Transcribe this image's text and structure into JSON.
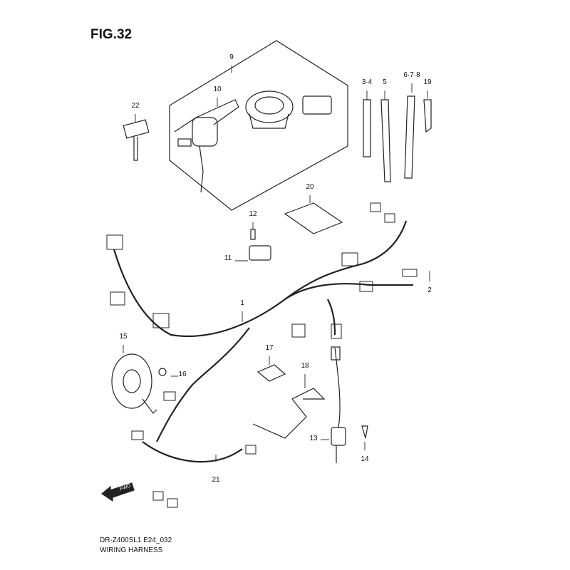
{
  "figure_title": "FIG.32",
  "callouts": [
    {
      "id": "9",
      "text": "9"
    },
    {
      "id": "10",
      "text": "10"
    },
    {
      "id": "22",
      "text": "22"
    },
    {
      "id": "3-4",
      "text": "3·4"
    },
    {
      "id": "5",
      "text": "5"
    },
    {
      "id": "6-7-8",
      "text": "6·7·8"
    },
    {
      "id": "19",
      "text": "19"
    },
    {
      "id": "20",
      "text": "20"
    },
    {
      "id": "12",
      "text": "12"
    },
    {
      "id": "11",
      "text": "11"
    },
    {
      "id": "1",
      "text": "1"
    },
    {
      "id": "2",
      "text": "2"
    },
    {
      "id": "15",
      "text": "15"
    },
    {
      "id": "16",
      "text": "16"
    },
    {
      "id": "17",
      "text": "17"
    },
    {
      "id": "18",
      "text": "18"
    },
    {
      "id": "13",
      "text": "13"
    },
    {
      "id": "14",
      "text": "14"
    },
    {
      "id": "21",
      "text": "21"
    }
  ],
  "fwd_arrow": "FWD",
  "footer": {
    "model_code": "DR-Z400SL1 E24_032",
    "title": "WIRING HARNESS"
  }
}
